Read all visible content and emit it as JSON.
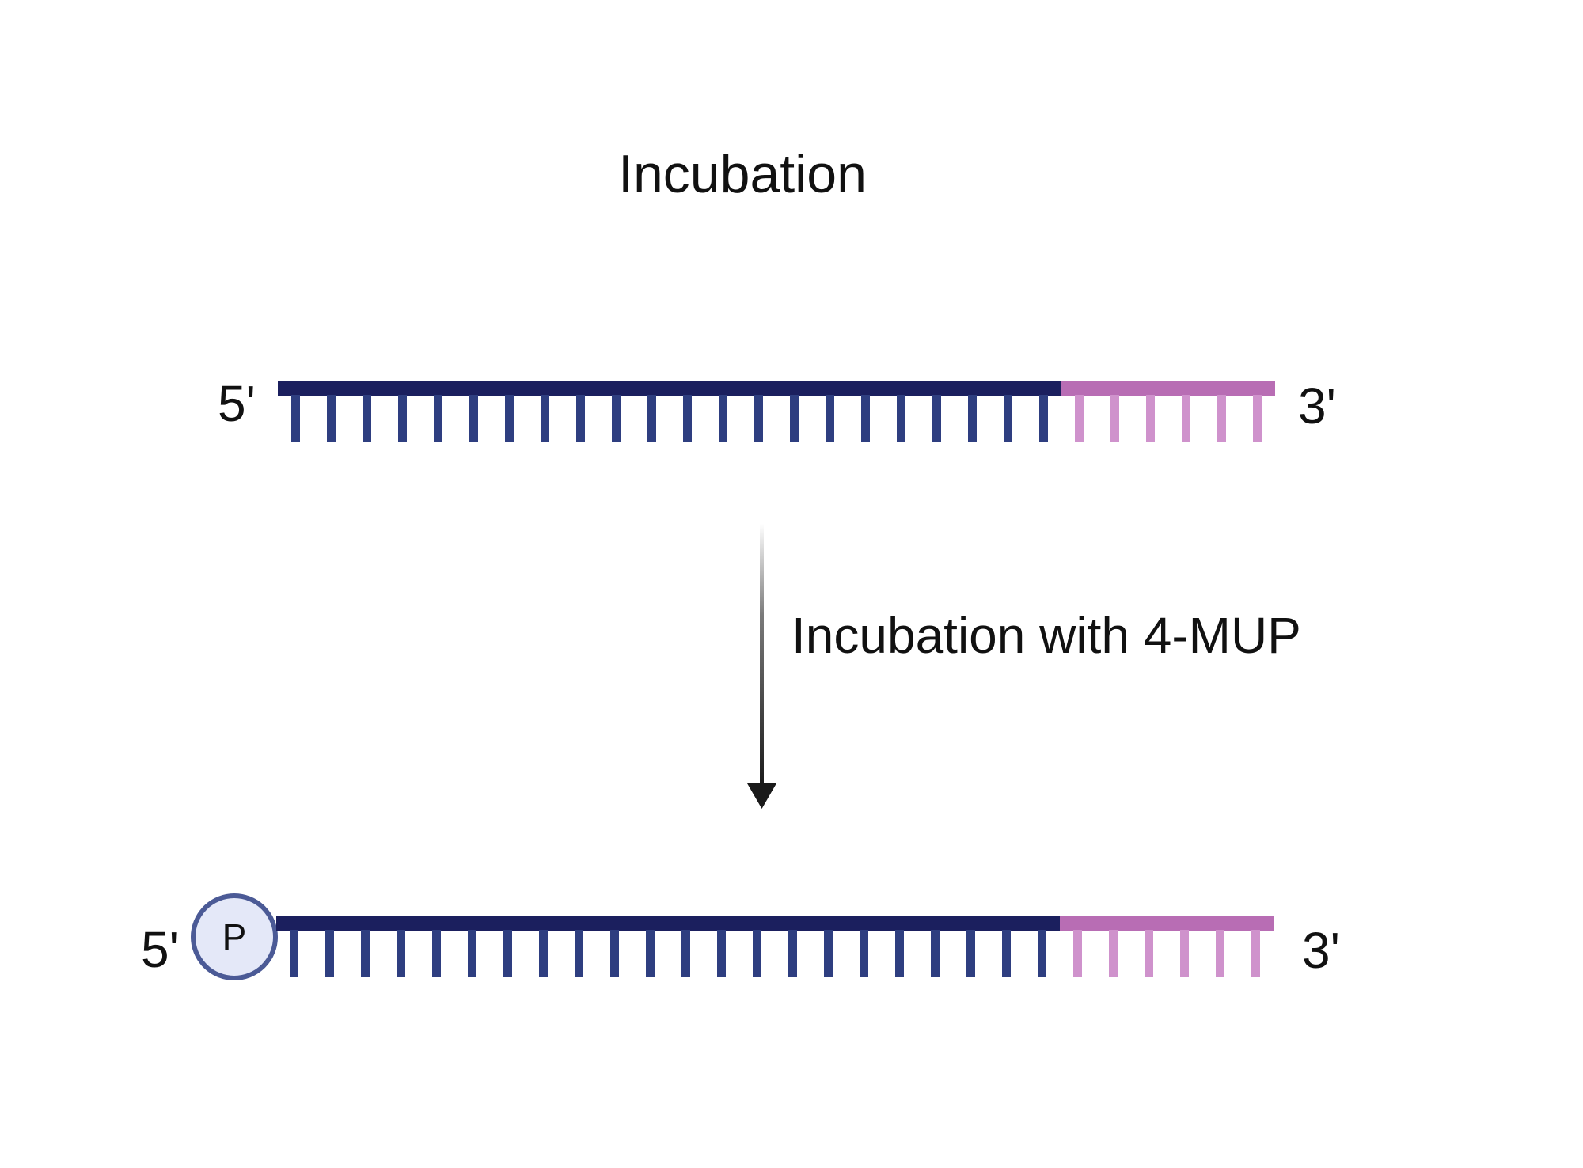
{
  "title": "Incubation",
  "colors": {
    "backbone_main": "#1b1f5e",
    "tooth_main": "#2e3e80",
    "backbone_tail": "#b86db4",
    "tooth_tail": "#cf92cc",
    "phosphate_fill": "#e4e8f8",
    "phosphate_stroke": "#4b5a96",
    "arrow": "#1a1a1a"
  },
  "strand_top": {
    "five_prime_label": "5'",
    "three_prime_label": "3'",
    "main_units": 22,
    "tail_units": 6
  },
  "step": {
    "label": "Incubation with 4-MUP",
    "icon": "arrow-down-icon"
  },
  "strand_bottom": {
    "five_prime_label": "5'",
    "three_prime_label": "3'",
    "main_units": 22,
    "tail_units": 6,
    "phosphate_label": "P"
  }
}
